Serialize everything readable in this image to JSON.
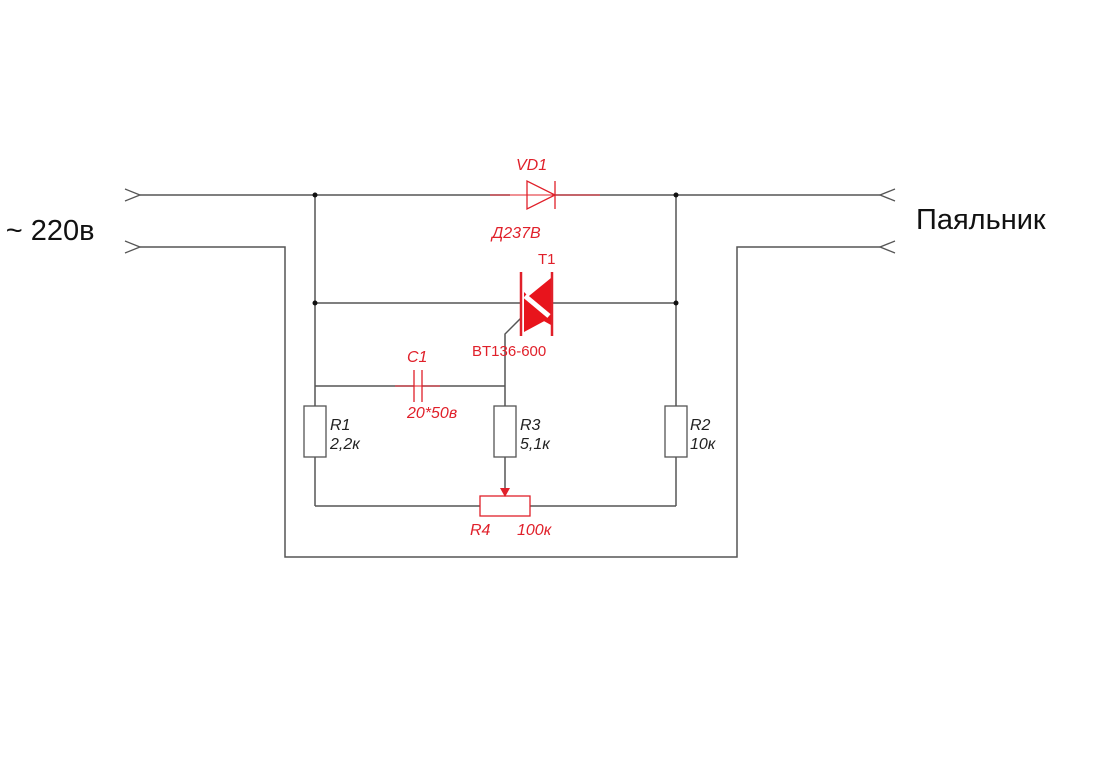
{
  "terminals": {
    "input": "- ~ 220в",
    "output": "Паяльник"
  },
  "components": {
    "vd1": {
      "ref": "VD1",
      "value": "Д237В"
    },
    "t1": {
      "ref": "T1",
      "value": "BT136-600"
    },
    "c1": {
      "ref": "C1",
      "value": "20*50в"
    },
    "r1": {
      "ref": "R1",
      "value": "2,2к"
    },
    "r2": {
      "ref": "R2",
      "value": "10к"
    },
    "r3": {
      "ref": "R3",
      "value": "5,1к"
    },
    "r4": {
      "ref": "R4",
      "value": "100к"
    }
  },
  "colors": {
    "wire": "#555555",
    "component": "#e0202a",
    "text": "#111111"
  }
}
